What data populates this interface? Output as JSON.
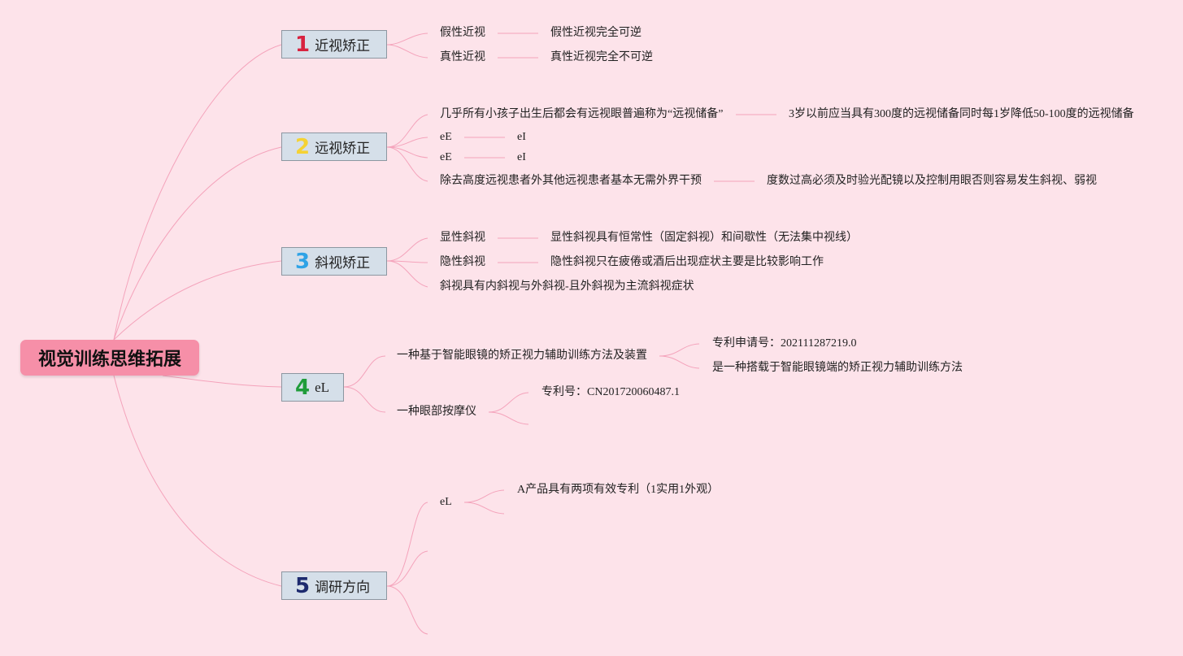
{
  "root": {
    "label": "视觉训练思维拓展",
    "color": "#f68fa8"
  },
  "branches": [
    {
      "num": "1",
      "label": "近视矫正",
      "num_color": "#d8223f",
      "items": [
        {
          "text": "假性近视",
          "detail": "假性近视完全可逆"
        },
        {
          "text": "真性近视",
          "detail": "真性近视完全不可逆"
        }
      ]
    },
    {
      "num": "2",
      "label": "远视矫正",
      "num_color": "#f5d234",
      "items": [
        {
          "text": "几乎所有小孩子出生后都会有远视眼普遍称为“远视储备”",
          "detail": "3岁以前应当具有300度的远视储备同时每1岁降低50-100度的远视储备"
        },
        {
          "text": "eE",
          "detail": "eI"
        },
        {
          "text": "eE",
          "detail": "eI"
        },
        {
          "text": "除去高度远视患者外其他远视患者基本无需外界干预",
          "detail": "度数过高必须及时验光配镜以及控制用眼否则容易发生斜视、弱视"
        }
      ]
    },
    {
      "num": "3",
      "label": "斜视矫正",
      "num_color": "#2fa3e6",
      "items": [
        {
          "text": "显性斜视",
          "detail": "显性斜视具有恒常性（固定斜视）和间歇性（无法集中视线）"
        },
        {
          "text": "隐性斜视",
          "detail": "隐性斜视只在疲倦或酒后出现症状主要是比较影响工作"
        },
        {
          "text": "斜视具有内斜视与外斜视-且外斜视为主流斜视症状"
        }
      ]
    },
    {
      "num": "4",
      "label": "eL",
      "num_color": "#1f9c3a",
      "items": [
        {
          "text": "一种基于智能眼镜的矫正视力辅助训练方法及装置",
          "children": [
            "专利申请号：202111287219.0",
            "是一种搭载于智能眼镜端的矫正视力辅助训练方法"
          ]
        },
        {
          "text": "一种眼部按摩仪",
          "children": [
            "专利号：CN201720060487.1",
            ""
          ]
        }
      ]
    },
    {
      "num": "5",
      "label": "调研方向",
      "num_color": "#1d2a6e",
      "items": [
        {
          "text": "eL",
          "children": [
            "A产品具有两项有效专利（1实用1外观）",
            ""
          ]
        },
        {
          "text": ""
        },
        {
          "text": ""
        }
      ]
    }
  ]
}
